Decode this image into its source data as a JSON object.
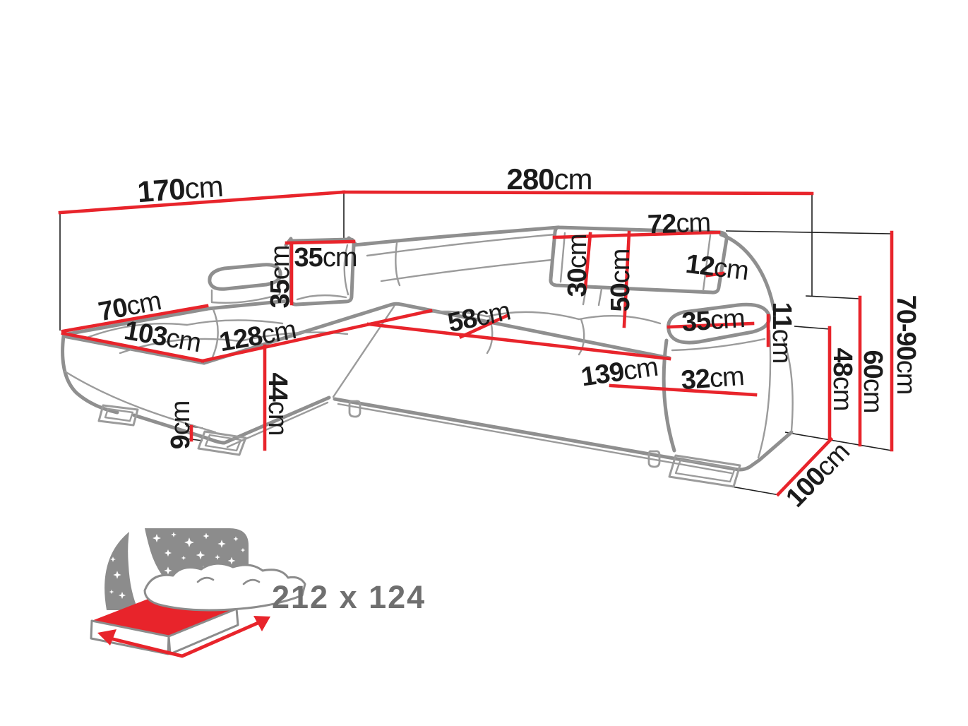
{
  "diagram": {
    "type": "corner-sofa dimension drawing",
    "dims": {
      "back_width_left": {
        "value": "170",
        "unit": "cm"
      },
      "total_width": {
        "value": "280",
        "unit": "cm"
      },
      "headrest_width": {
        "value": "72",
        "unit": "cm"
      },
      "headrest_thickness": {
        "value": "12",
        "unit": "cm"
      },
      "headrest_height": {
        "value": "30",
        "unit": "cm"
      },
      "backrest_inner_height": {
        "value": "50",
        "unit": "cm"
      },
      "cushion_width": {
        "value": "35",
        "unit": "cm"
      },
      "cushion_height": {
        "value": "35",
        "unit": "cm"
      },
      "chaise_back_width": {
        "value": "70",
        "unit": "cm"
      },
      "chaise_seat_length": {
        "value": "103",
        "unit": "cm"
      },
      "seat_front_left": {
        "value": "128",
        "unit": "cm"
      },
      "seat_height": {
        "value": "44",
        "unit": "cm"
      },
      "ground_clearance": {
        "value": "9",
        "unit": "cm"
      },
      "seat_depth": {
        "value": "58",
        "unit": "cm"
      },
      "seat_front_width": {
        "value": "139",
        "unit": "cm"
      },
      "armrest_side_height": {
        "value": "32",
        "unit": "cm"
      },
      "armrest_top_width": {
        "value": "35",
        "unit": "cm"
      },
      "armrest_pad_thickness": {
        "value": "11",
        "unit": "cm"
      },
      "armrest_height": {
        "value": "48",
        "unit": "cm"
      },
      "backrest_total_height": {
        "value": "60",
        "unit": "cm"
      },
      "adjustable_height": {
        "value": "70-90",
        "unit": "cm"
      },
      "total_depth": {
        "value": "100",
        "unit": "cm"
      }
    },
    "sleeping_function": {
      "size_label": "212 x 124"
    },
    "colors": {
      "dimension_red": "#e8242b",
      "sofa_gray": "#8f8f8f",
      "seam_gray": "#9b9b9b",
      "guide_black": "#1f1f1f",
      "label_black": "#1b1b1b",
      "icon_gray": "#8c8c8c",
      "bed_label_gray": "#6f6f6f"
    }
  }
}
